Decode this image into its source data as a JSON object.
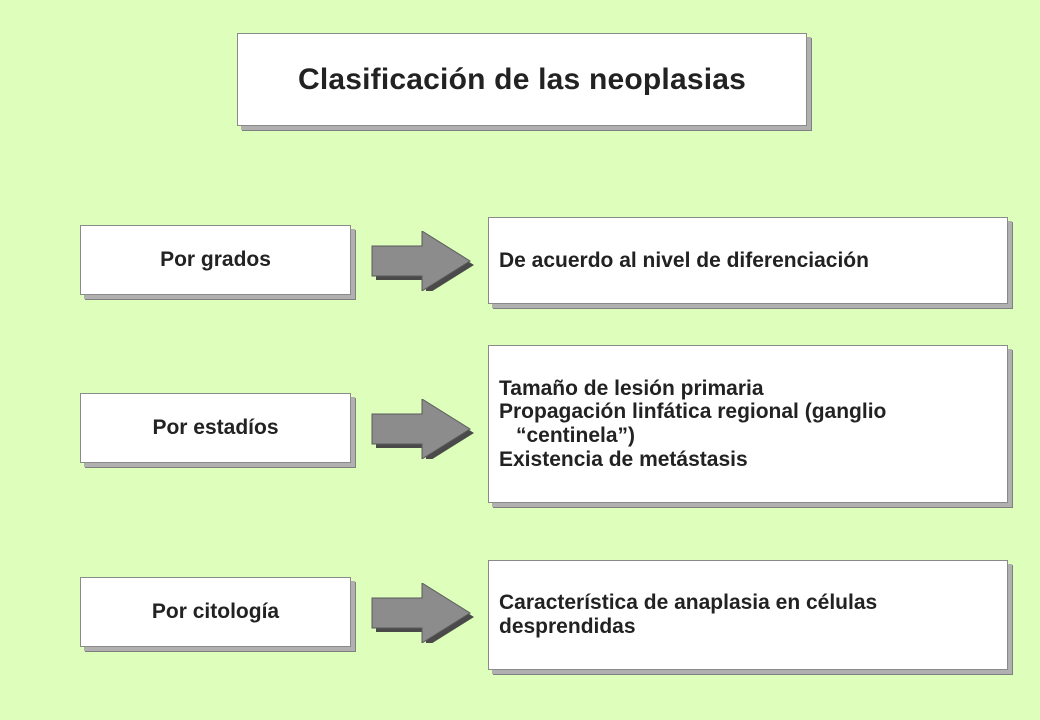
{
  "title": "Clasificación de las neoplasias",
  "rows": [
    {
      "label": "Por grados",
      "lines": [
        "De acuerdo al nivel de diferenciación"
      ]
    },
    {
      "label": "Por estadíos",
      "lines": [
        "Tamaño de lesión primaria",
        "Propagación linfática regional (ganglio",
        "“centinela”)",
        "Existencia de metástasis"
      ]
    },
    {
      "label": "Por citología",
      "lines": [
        "Característica de anaplasia en células",
        "desprendidas"
      ]
    }
  ],
  "colors": {
    "background": "#ddffbb",
    "box": "#ffffff",
    "arrow_fill": "#8c8c8c",
    "arrow_shadow": "#4a4a4a",
    "text": "#222222"
  }
}
